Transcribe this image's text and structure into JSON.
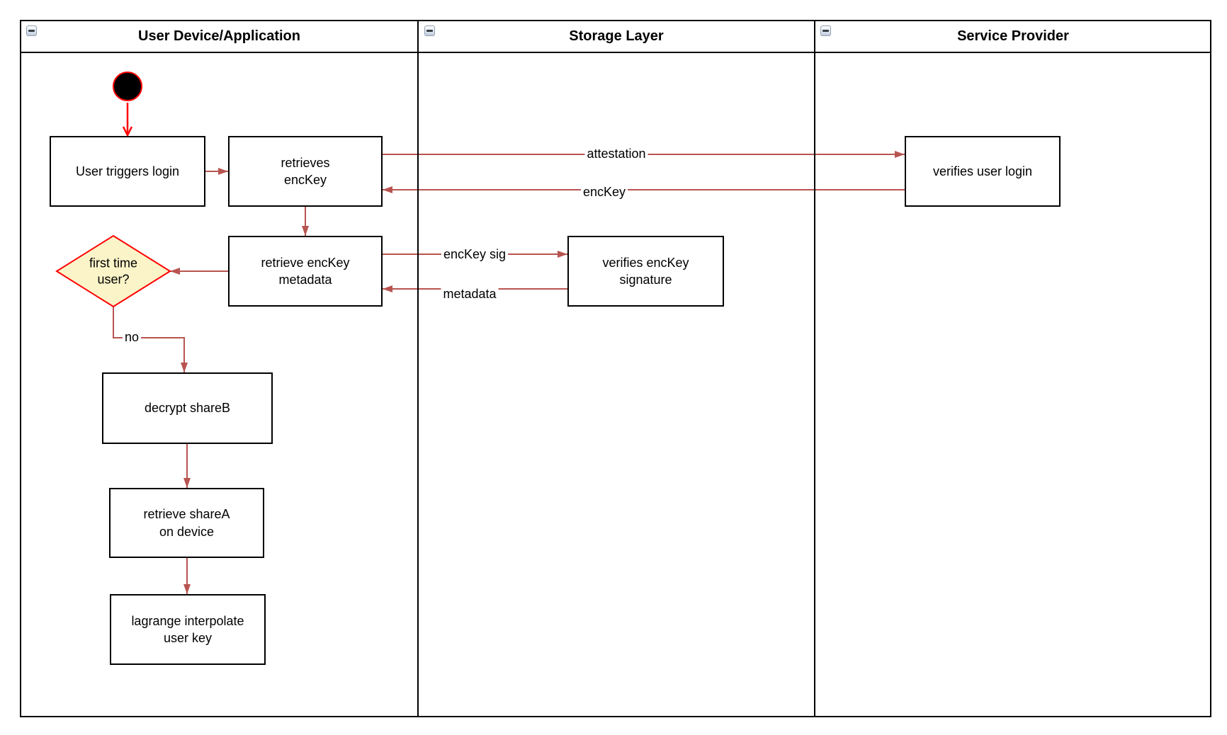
{
  "colors": {
    "edge": "#B85450",
    "highlight": "#FF0000",
    "diamond_fill": "#FAF4C8",
    "node_border": "#000000",
    "node_fill": "#FFFFFF"
  },
  "lanes": [
    {
      "title": "User Device/Application"
    },
    {
      "title": "Storage Layer"
    },
    {
      "title": "Service Provider"
    }
  ],
  "nodes": {
    "user_triggers_login": "User triggers login",
    "retrieves_enckey": "retrieves\nencKey",
    "retrieve_enckey_metadata": "retrieve encKey\nmetadata",
    "first_time_user": "first time\nuser?",
    "decrypt_shareb": "decrypt shareB",
    "retrieve_sharea": "retrieve shareA\non device",
    "lagrange_interpolate": "lagrange interpolate\nuser key",
    "verifies_enckey_signature": "verifies encKey\nsignature",
    "verifies_user_login": "verifies user login"
  },
  "edge_labels": {
    "attestation": "attestation",
    "enckey": "encKey",
    "enckey_sig": "encKey sig",
    "metadata": "metadata",
    "no": "no"
  }
}
